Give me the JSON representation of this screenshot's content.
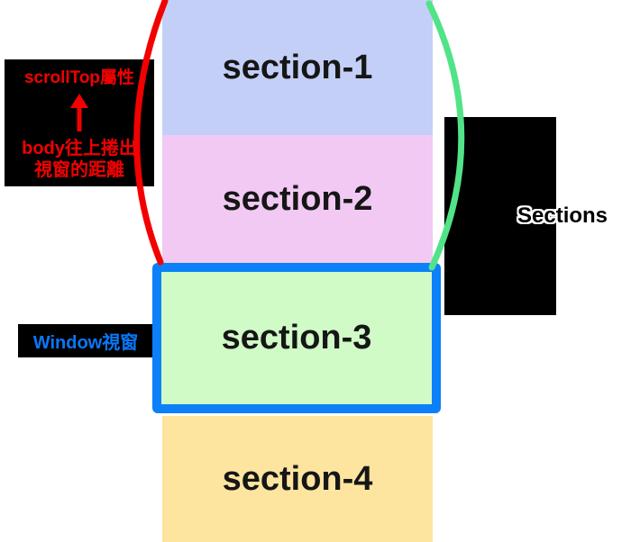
{
  "diagram": {
    "sections": [
      {
        "label": "section-1"
      },
      {
        "label": "section-2"
      },
      {
        "label": "section-3"
      },
      {
        "label": "section-4"
      }
    ],
    "scrolltop_callout": {
      "title": "scrollTop屬性",
      "desc_line1": "body往上捲出",
      "desc_line2": "視窗的距離"
    },
    "window_callout": {
      "label": "Window視窗"
    },
    "sections_callout": {
      "label": "Sections"
    },
    "colors": {
      "section1_bg": "#c3cff7",
      "section2_bg": "#f1c9f3",
      "section3_bg": "#d0fac6",
      "section4_bg": "#fde5a0",
      "window_border": "#0b80f8",
      "window_label_text": "#0878f8",
      "callout_bg": "#000000",
      "scrolltop_text": "#f30000",
      "red_brace": "#f30000",
      "green_brace": "#52e388"
    }
  }
}
